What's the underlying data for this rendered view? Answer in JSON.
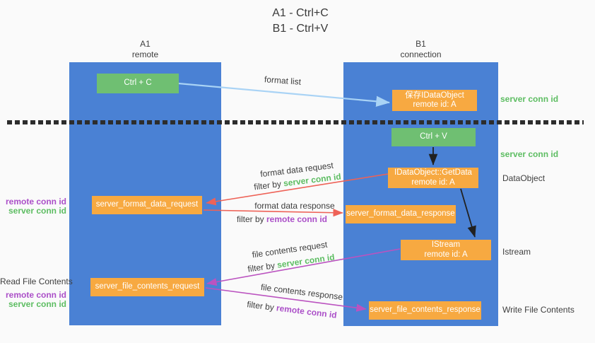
{
  "title": {
    "line1": "A1 - Ctrl+C",
    "line2": "B1 - Ctrl+V"
  },
  "colors": {
    "lane_blue": "#4a81d4",
    "node_orange": "#f7a941",
    "node_green": "#6fbf72",
    "arrow_light_blue": "#a9d3f5",
    "arrow_red": "#ee6257",
    "arrow_magenta": "#bb53c0",
    "arrow_black": "#212121",
    "text_green": "#5dbd62",
    "text_purple": "#ab4fc8",
    "divider_dark": "#2d2d2d",
    "background": "#fafafa"
  },
  "lanes": {
    "left": {
      "title": "A1",
      "subtitle": "remote"
    },
    "right": {
      "title": "B1",
      "subtitle": "connection"
    }
  },
  "nodes": {
    "ctrl_c": {
      "label": "Ctrl + C"
    },
    "save_dataobject": {
      "line1": "保存IDataObject",
      "line2": "remote id: A"
    },
    "ctrl_v": {
      "label": "Ctrl + V"
    },
    "getdata": {
      "line1": "IDataObject::GetData",
      "line2": "remote id: A"
    },
    "format_data_request": {
      "label": "server_format_data_request"
    },
    "format_data_response": {
      "label": "server_format_data_response"
    },
    "istream": {
      "line1": "IStream",
      "line2": "remote id: A"
    },
    "file_contents_request": {
      "label": "server_file_contents_request"
    },
    "file_contents_response": {
      "label": "server_file_contents_response"
    }
  },
  "side_labels": {
    "right_server_conn_id_top": "server conn id",
    "right_server_conn_id_mid": "server conn id",
    "right_dataobject": "DataObject",
    "right_istream": "Istream",
    "right_write_file_contents": "Write File Contents",
    "left_remote_conn_id_mid": "remote conn id",
    "left_server_conn_id_mid": "server conn id",
    "left_read_file_contents": "Read File Contents",
    "left_remote_conn_id_bottom": "remote conn id",
    "left_server_conn_id_bottom": "server conn id"
  },
  "arrow_labels": {
    "format_list": "format list",
    "format_data_request": "format data request",
    "format_data_request_filter_prefix": "filter by",
    "format_data_request_filter_id": "server conn id",
    "format_data_response": "format data response",
    "format_data_response_filter_prefix": "filter by",
    "format_data_response_filter_id": "remote conn id",
    "file_contents_request": "file contents request",
    "file_contents_request_filter_prefix": "filter by",
    "file_contents_request_filter_id": "server conn id",
    "file_contents_response": "file contents response",
    "file_contents_response_filter_prefix": "filter by",
    "file_contents_response_filter_id": "remote conn id"
  }
}
